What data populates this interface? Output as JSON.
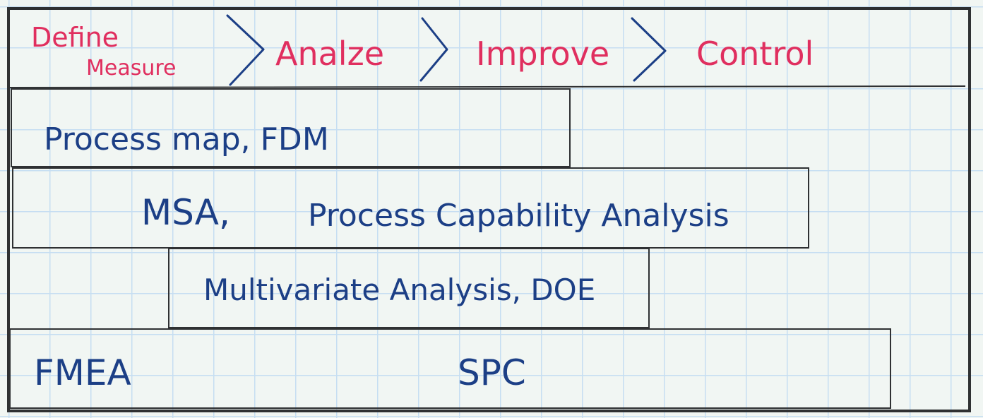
{
  "phases": {
    "define": "Define",
    "measure": "Measure",
    "analyze": "Analze",
    "improve": "Improve",
    "control": "Control"
  },
  "tools": {
    "process_map": "Process map, FDM",
    "msa": "MSA,",
    "capability": "Process Capability Analysis",
    "multivariate": "Multivariate Analysis, DOE",
    "fmea": "FMEA",
    "spc": "SPC"
  },
  "colors": {
    "phase_text": "#e02f5f",
    "tool_text": "#1c3f86",
    "outline": "#2f3133",
    "grid": "#c6def2",
    "background": "#f1f6f3"
  },
  "icons": {
    "chevron": "chevron-right-icon"
  }
}
